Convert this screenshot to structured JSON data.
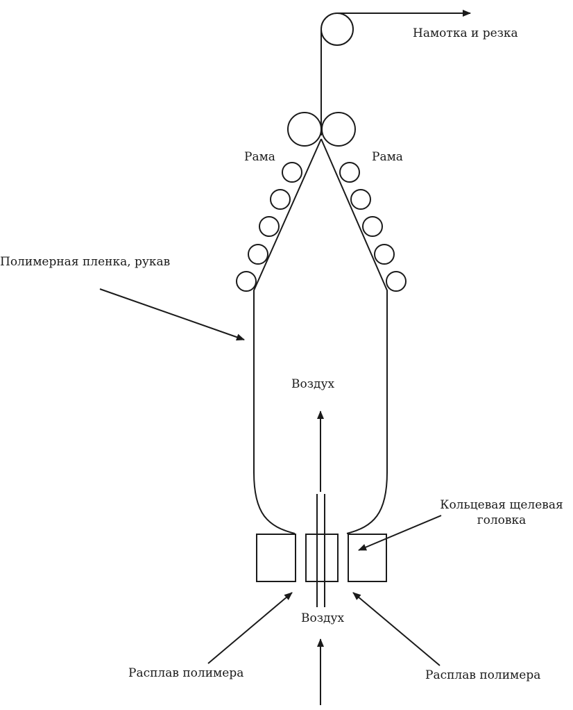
{
  "labels": {
    "winding": "Намотка и резка",
    "frame_left": "Рама",
    "frame_right": "Рама",
    "film": "Полимерная пленка, рукав",
    "air_inside": "Воздух",
    "die_line1": "Кольцевая щелевая",
    "die_line2": "головка",
    "air_inlet": "Воздух",
    "melt_left": "Расплав полимера",
    "melt_right": "Расплав полимера"
  },
  "colors": {
    "stroke": "#1a1a1a",
    "background": "#ffffff"
  }
}
